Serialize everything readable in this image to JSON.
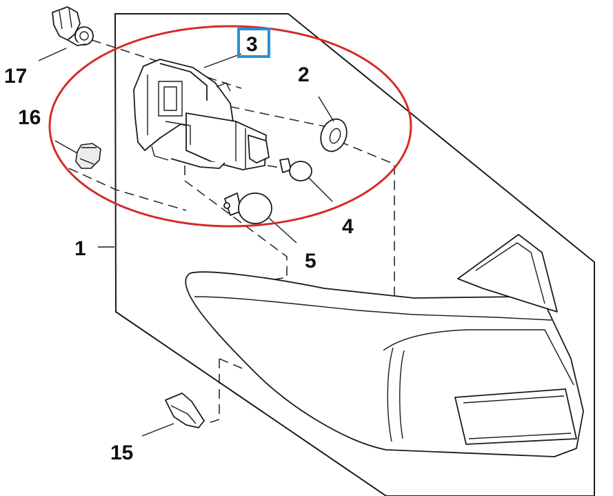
{
  "labels": {
    "l1": "1",
    "l2": "2",
    "l3": "3",
    "l4": "4",
    "l5": "5",
    "l15": "15",
    "l16": "16",
    "l17": "17"
  },
  "colors": {
    "highlight_ellipse": "#d42a2a",
    "highlight_box": "#2b8fd1",
    "linework": "#1a1a1a"
  }
}
